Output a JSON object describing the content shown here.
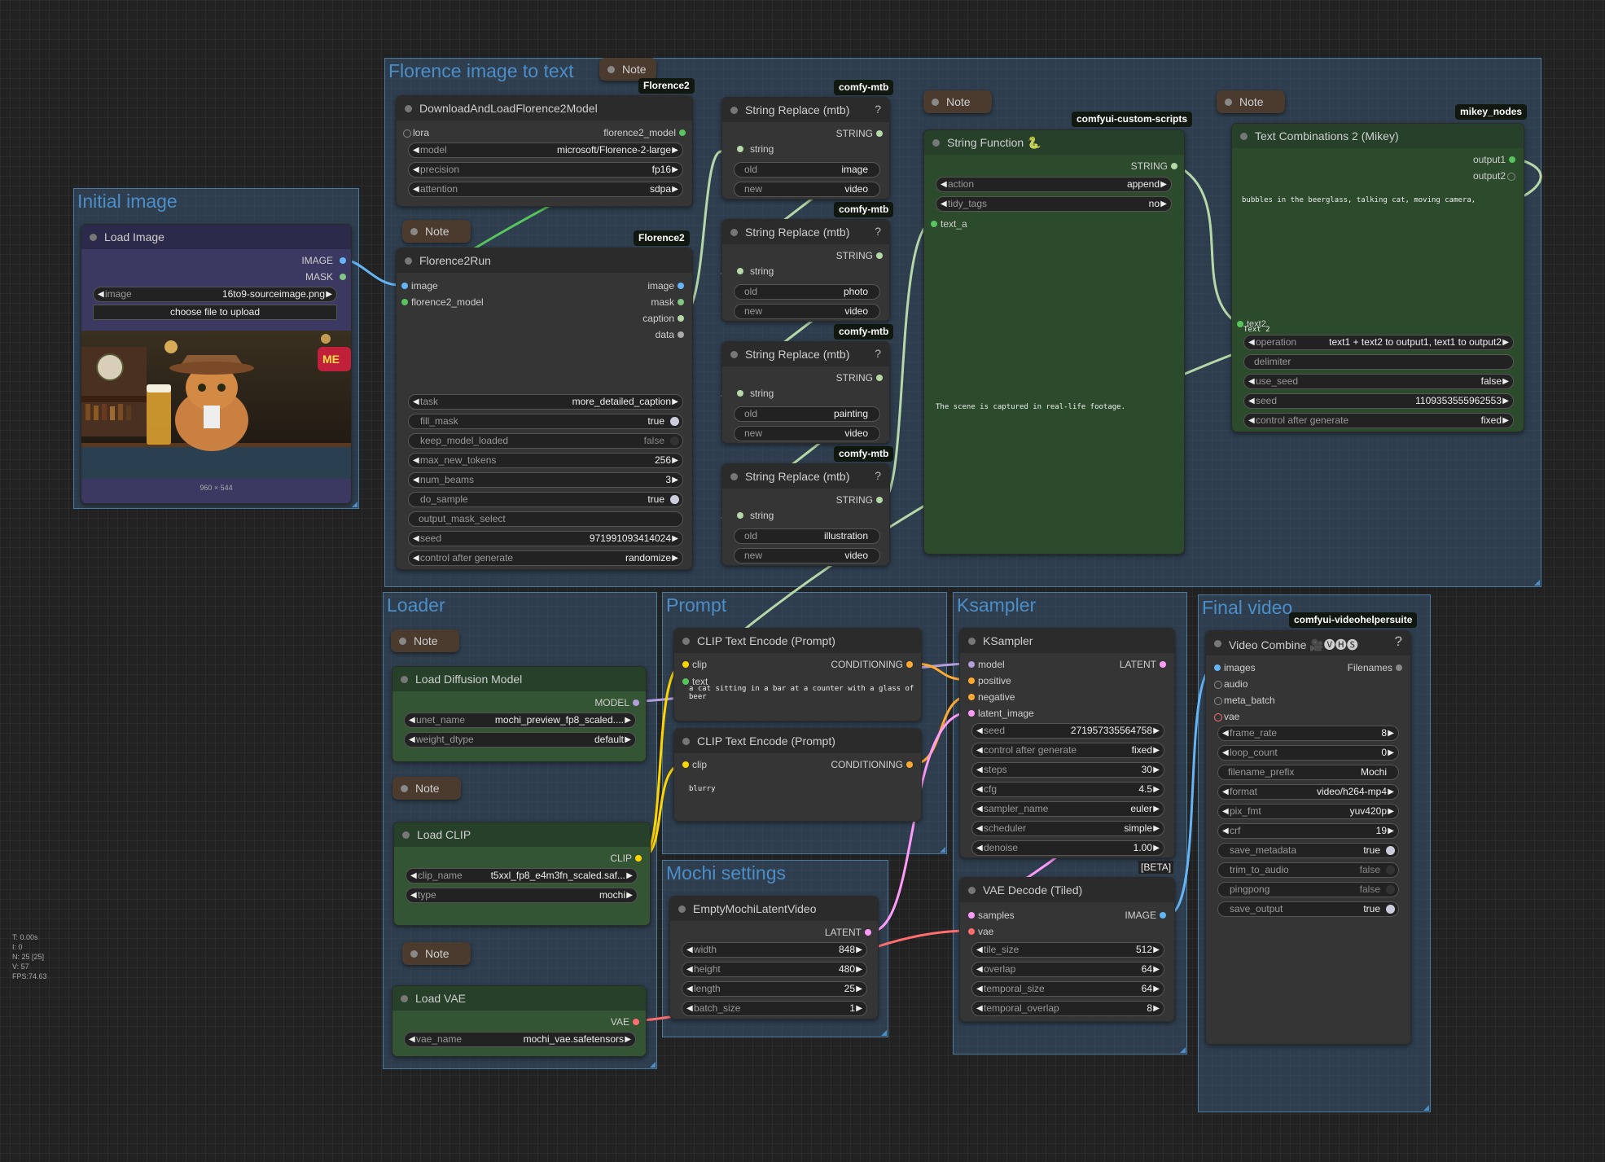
{
  "groups": {
    "florence": "Florence image to text",
    "initial": "Initial image",
    "loader": "Loader",
    "prompt": "Prompt",
    "ksampler": "Ksampler",
    "final": "Final video",
    "mochi": "Mochi settings"
  },
  "note_label": "Note",
  "badges": {
    "florence2": "Florence2",
    "mtb": "comfy-mtb",
    "custom_scripts": "comfyui-custom-scripts",
    "mikey": "mikey_nodes",
    "vhs": "comfyui-videohelpersuite",
    "beta": "[BETA]"
  },
  "load_image": {
    "title": "Load Image",
    "out_image": "IMAGE",
    "out_mask": "MASK",
    "image_label": "image",
    "image_value": "16to9-sourceimage.png",
    "upload_label": "choose file to upload",
    "size": "960 × 544"
  },
  "download_florence": {
    "title": "DownloadAndLoadFlorence2Model",
    "in_lora": "lora",
    "out_model": "florence2_model",
    "widgets": [
      {
        "label": "model",
        "value": "microsoft/Florence-2-large"
      },
      {
        "label": "precision",
        "value": "fp16"
      },
      {
        "label": "attention",
        "value": "sdpa"
      }
    ]
  },
  "florence_run": {
    "title": "Florence2Run",
    "in_image": "image",
    "in_model": "florence2_model",
    "out_image": "image",
    "out_mask": "mask",
    "out_caption": "caption",
    "out_data": "data",
    "widgets": [
      {
        "label": "task",
        "value": "more_detailed_caption",
        "kind": "combo"
      },
      {
        "label": "fill_mask",
        "value": "true",
        "kind": "toggle-on"
      },
      {
        "label": "keep_model_loaded",
        "value": "false",
        "kind": "toggle-off"
      },
      {
        "label": "max_new_tokens",
        "value": "256",
        "kind": "combo"
      },
      {
        "label": "num_beams",
        "value": "3",
        "kind": "combo"
      },
      {
        "label": "do_sample",
        "value": "true",
        "kind": "toggle-on"
      },
      {
        "label": "output_mask_select",
        "value": "",
        "kind": "text"
      },
      {
        "label": "seed",
        "value": "971991093414024",
        "kind": "combo"
      },
      {
        "label": "control after generate",
        "value": "randomize",
        "kind": "combo"
      }
    ]
  },
  "string_replace": {
    "title": "String Replace (mtb)",
    "q": "?",
    "out": "STRING",
    "in": "string",
    "old_label": "old",
    "new_label": "new",
    "items": [
      {
        "old": "image",
        "new": "video"
      },
      {
        "old": "photo",
        "new": "video"
      },
      {
        "old": "painting",
        "new": "video"
      },
      {
        "old": "illustration",
        "new": "video"
      }
    ]
  },
  "string_function": {
    "title": "String Function 🐍",
    "out": "STRING",
    "action_label": "action",
    "action_value": "append",
    "tidy_label": "tidy_tags",
    "tidy_value": "no",
    "in_text": "text_a",
    "text_b": "The scene is captured in real-life footage."
  },
  "text_comb": {
    "title": "Text Combinations 2 (Mikey)",
    "out1": "output1",
    "out2": "output2",
    "text1": "bubbles in the beerglass, talking cat, moving camera,",
    "in_text2": "text2",
    "text2_label": "Text 2",
    "widgets": [
      {
        "label": "operation",
        "value": "text1 + text2 to output1, text1 to output2"
      },
      {
        "label": "delimiter",
        "value": ""
      },
      {
        "label": "use_seed",
        "value": "false"
      },
      {
        "label": "seed",
        "value": "1109353555962553"
      },
      {
        "label": "control after generate",
        "value": "fixed"
      }
    ]
  },
  "load_diffusion": {
    "title": "Load Diffusion Model",
    "out": "MODEL",
    "widgets": [
      {
        "label": "unet_name",
        "value": "mochi_preview_fp8_scaled...."
      },
      {
        "label": "weight_dtype",
        "value": "default"
      }
    ]
  },
  "load_clip": {
    "title": "Load CLIP",
    "out": "CLIP",
    "widgets": [
      {
        "label": "clip_name",
        "value": "t5xxl_fp8_e4m3fn_scaled.saf..."
      },
      {
        "label": "type",
        "value": "mochi"
      }
    ]
  },
  "load_vae": {
    "title": "Load VAE",
    "out": "VAE",
    "widgets": [
      {
        "label": "vae_name",
        "value": "mochi_vae.safetensors"
      }
    ]
  },
  "clip_pos": {
    "title": "CLIP Text Encode (Prompt)",
    "in_clip": "clip",
    "in_text": "text",
    "out": "CONDITIONING",
    "text": "a cat sitting in a bar at a counter with a glass of beer"
  },
  "clip_neg": {
    "title": "CLIP Text Encode (Prompt)",
    "in_clip": "clip",
    "out": "CONDITIONING",
    "text": "blurry"
  },
  "ksampler": {
    "title": "KSampler",
    "inputs": [
      "model",
      "positive",
      "negative",
      "latent_image"
    ],
    "out": "LATENT",
    "widgets": [
      {
        "label": "seed",
        "value": "271957335564758"
      },
      {
        "label": "control after generate",
        "value": "fixed"
      },
      {
        "label": "steps",
        "value": "30"
      },
      {
        "label": "cfg",
        "value": "4.5"
      },
      {
        "label": "sampler_name",
        "value": "euler"
      },
      {
        "label": "scheduler",
        "value": "simple"
      },
      {
        "label": "denoise",
        "value": "1.00"
      }
    ]
  },
  "vae_decode": {
    "title": "VAE Decode (Tiled)",
    "in_samples": "samples",
    "in_vae": "vae",
    "out": "IMAGE",
    "widgets": [
      {
        "label": "tile_size",
        "value": "512"
      },
      {
        "label": "overlap",
        "value": "64"
      },
      {
        "label": "temporal_size",
        "value": "64"
      },
      {
        "label": "temporal_overlap",
        "value": "8"
      }
    ]
  },
  "empty_latent": {
    "title": "EmptyMochiLatentVideo",
    "out": "LATENT",
    "widgets": [
      {
        "label": "width",
        "value": "848"
      },
      {
        "label": "height",
        "value": "480"
      },
      {
        "label": "length",
        "value": "25"
      },
      {
        "label": "batch_size",
        "value": "1"
      }
    ]
  },
  "video_combine": {
    "title": "Video Combine 🎥🅥🅗🅢",
    "q": "?",
    "inputs": [
      "images",
      "audio",
      "meta_batch",
      "vae"
    ],
    "out": "Filenames",
    "widgets": [
      {
        "label": "frame_rate",
        "value": "8",
        "kind": "combo"
      },
      {
        "label": "loop_count",
        "value": "0",
        "kind": "combo"
      },
      {
        "label": "filename_prefix",
        "value": "Mochi",
        "kind": "text"
      },
      {
        "label": "format",
        "value": "video/h264-mp4",
        "kind": "combo"
      },
      {
        "label": "pix_fmt",
        "value": "yuv420p",
        "kind": "combo"
      },
      {
        "label": "crf",
        "value": "19",
        "kind": "combo"
      },
      {
        "label": "save_metadata",
        "value": "true",
        "kind": "toggle-on"
      },
      {
        "label": "trim_to_audio",
        "value": "false",
        "kind": "toggle-off"
      },
      {
        "label": "pingpong",
        "value": "false",
        "kind": "toggle-off"
      },
      {
        "label": "save_output",
        "value": "true",
        "kind": "toggle-on"
      }
    ]
  },
  "stats": [
    "T: 0.00s",
    "I: 0",
    "N: 25 [25]",
    "V: 57",
    "FPS:74.63"
  ],
  "colors": {
    "image": "#64b5f6",
    "model": "#b39ddb",
    "clip": "#ffd500",
    "conditioning": "#ffa931",
    "latent": "#ff9cf9",
    "vae": "#ff6e6e",
    "string": "#b6d7a8",
    "florence": "#58c45c"
  }
}
